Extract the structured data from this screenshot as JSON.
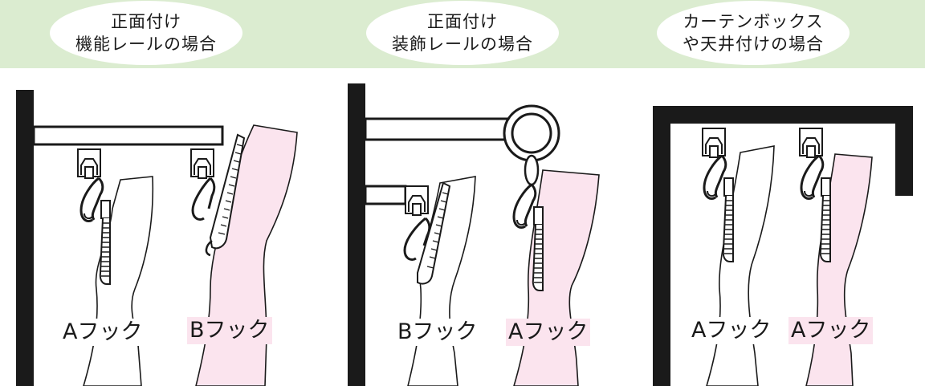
{
  "panels": [
    {
      "title_line1": "正面付け",
      "title_line2": "機能レールの場合",
      "hook_left": "Aフック",
      "hook_right": "Bフック"
    },
    {
      "title_line1": "正面付け",
      "title_line2": "装飾レールの場合",
      "hook_left": "Bフック",
      "hook_right": "Aフック"
    },
    {
      "title_line1": "カーテンボックス",
      "title_line2": "や天井付けの場合",
      "hook_left": "Aフック",
      "hook_right": "Aフック"
    }
  ],
  "colors": {
    "header_band": "#dbecd0",
    "curtain_pink": "#fbe4ee",
    "wall": "#1a1a1a"
  }
}
